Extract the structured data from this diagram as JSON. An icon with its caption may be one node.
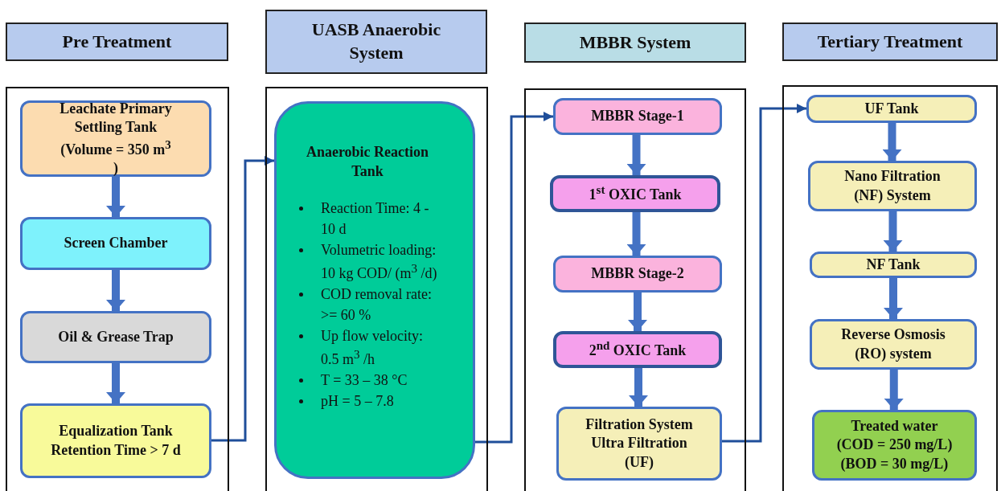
{
  "diagram": {
    "nodes": [
      {
        "text": [
          "Pre Treatment"
        ]
      },
      {
        "text": [],
        "shape": "box"
      },
      {
        "text": [
          "Leachate Primary Settling Tank (Volume = 350 m$^{3}$ )"
        ],
        "in": 1
      },
      {
        "text": [
          "Screen Chamber"
        ],
        "in": 1
      },
      {
        "text": [
          "Oil & Grease Trap"
        ],
        "in": 1
      },
      {
        "text": [
          "Equalization Tank Retention Time > 7 d"
        ],
        "in": 1
      },
      {
        "text": [
          "UASB Anaerobic System"
        ]
      },
      {
        "text": [],
        "shape": "box"
      },
      {
        "text": [
          "Anaerobic Reaction Tank",
          "Reaction Time: 4 - 10 d",
          "Volumetric loading: 10 kg COD/ (m$^{3}$ /d)",
          "COD removal rate: >= 60 %",
          "Up flow velocity: 0.5 m$^{3}$ /h",
          "T = 33 – 38 °C",
          "pH = 5 – 7.8"
        ],
        "in": 7
      },
      {
        "text": [
          "MBBR System"
        ]
      },
      {
        "text": [],
        "shape": "box"
      },
      {
        "text": [
          "MBBR Stage-1"
        ],
        "in": 10
      },
      {
        "text": [
          "1$^{st}$ OXIC Tank"
        ],
        "in": 10
      },
      {
        "text": [
          "MBBR Stage-2"
        ],
        "in": 10
      },
      {
        "text": [
          "2$^{nd}$  OXIC Tank"
        ],
        "in": 10
      },
      {
        "text": [
          "Filtration System Ultra Filtration (UF)"
        ],
        "in": 10
      },
      {
        "text": [
          "Tertiary Treatment"
        ]
      },
      {
        "text": [],
        "shape": "box"
      },
      {
        "text": [
          "UF Tank"
        ],
        "in": 17
      },
      {
        "text": [
          "Nano Filtration (NF) System"
        ],
        "in": 17
      },
      {
        "text": [
          "NF Tank"
        ],
        "in": 17
      },
      {
        "text": [
          "Reverse Osmosis (RO) system"
        ],
        "in": 17
      },
      {
        "text": [
          "Treated water (COD = 250 mg/L) (BOD = 30 mg/L)"
        ],
        "in": 17
      }
    ],
    "edges": [
      {
        "from": 2,
        "to": 3,
        "arrow": "to"
      },
      {
        "from": 3,
        "to": 4,
        "arrow": "to"
      },
      {
        "from": 4,
        "to": 5,
        "arrow": "to"
      },
      {
        "from": 5,
        "to": 8,
        "arrow": "to",
        "color": "#1f4e9a"
      },
      {
        "from": 8,
        "to": 11,
        "arrow": "to",
        "color": "#1f4e9a"
      },
      {
        "from": 11,
        "to": 12,
        "arrow": "to"
      },
      {
        "from": 12,
        "to": 13,
        "arrow": "to"
      },
      {
        "from": 13,
        "to": 14,
        "arrow": "to"
      },
      {
        "from": 14,
        "to": 15,
        "arrow": "to"
      },
      {
        "from": 15,
        "to": 18,
        "arrow": "to",
        "color": "#1f4e9a"
      },
      {
        "from": 18,
        "to": 19,
        "arrow": "to"
      },
      {
        "from": 19,
        "to": 20,
        "arrow": "to"
      },
      {
        "from": 20,
        "to": 21,
        "arrow": "to"
      },
      {
        "from": 21,
        "to": 22,
        "arrow": "to"
      }
    ]
  }
}
